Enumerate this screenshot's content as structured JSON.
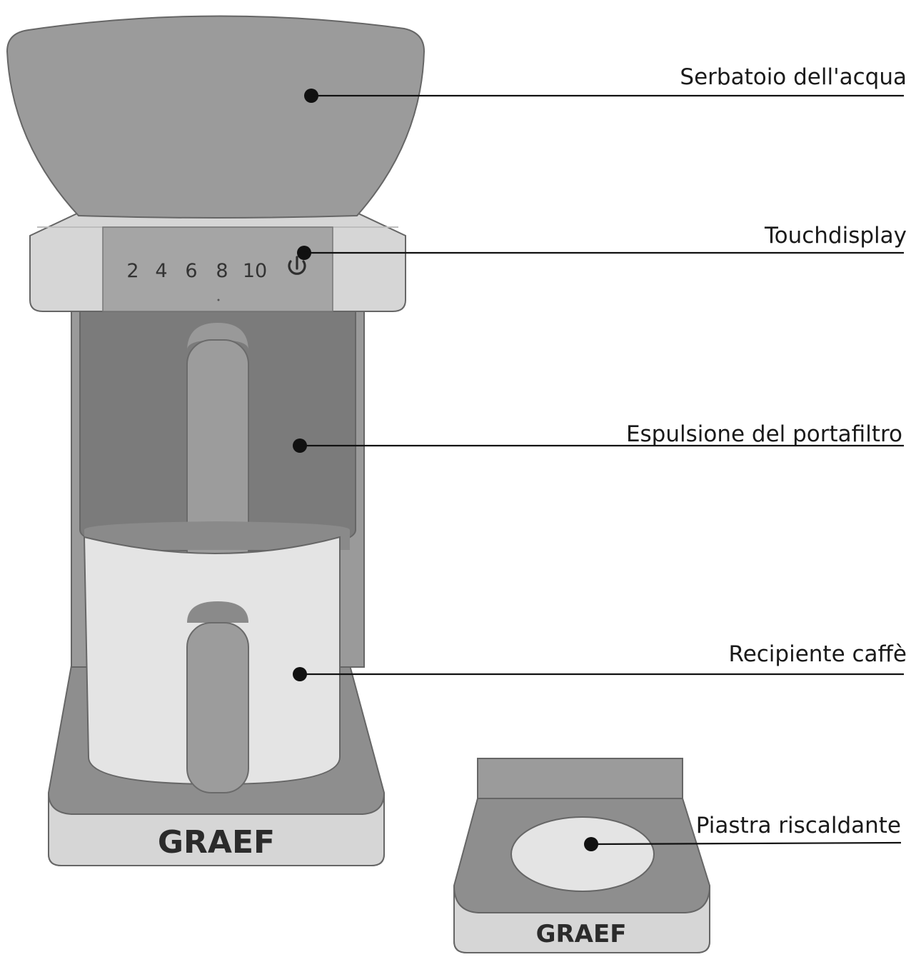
{
  "callouts": [
    {
      "id": "water-tank",
      "label": "Serbatoio dell'acqua"
    },
    {
      "id": "touchdisplay",
      "label": "Touchdisplay"
    },
    {
      "id": "filter-holder-eject",
      "label": "Espulsione del portafiltro"
    },
    {
      "id": "coffee-carafe",
      "label": "Recipiente caffè"
    },
    {
      "id": "heating-plate",
      "label": "Piastra riscaldante"
    }
  ],
  "display": {
    "cup_options": [
      "2",
      "4",
      "6",
      "8",
      "10"
    ],
    "power_icon": "power-icon"
  },
  "brand": {
    "machine_logo": "GRAEF",
    "plate_logo": "GRAEF"
  },
  "colors": {
    "dark_grey": "#7b7b7b",
    "mid_grey": "#9b9b9b",
    "light_grey": "#d6d6d6",
    "very_light": "#e4e4e4",
    "outline": "#666666",
    "leader": "#111111"
  }
}
